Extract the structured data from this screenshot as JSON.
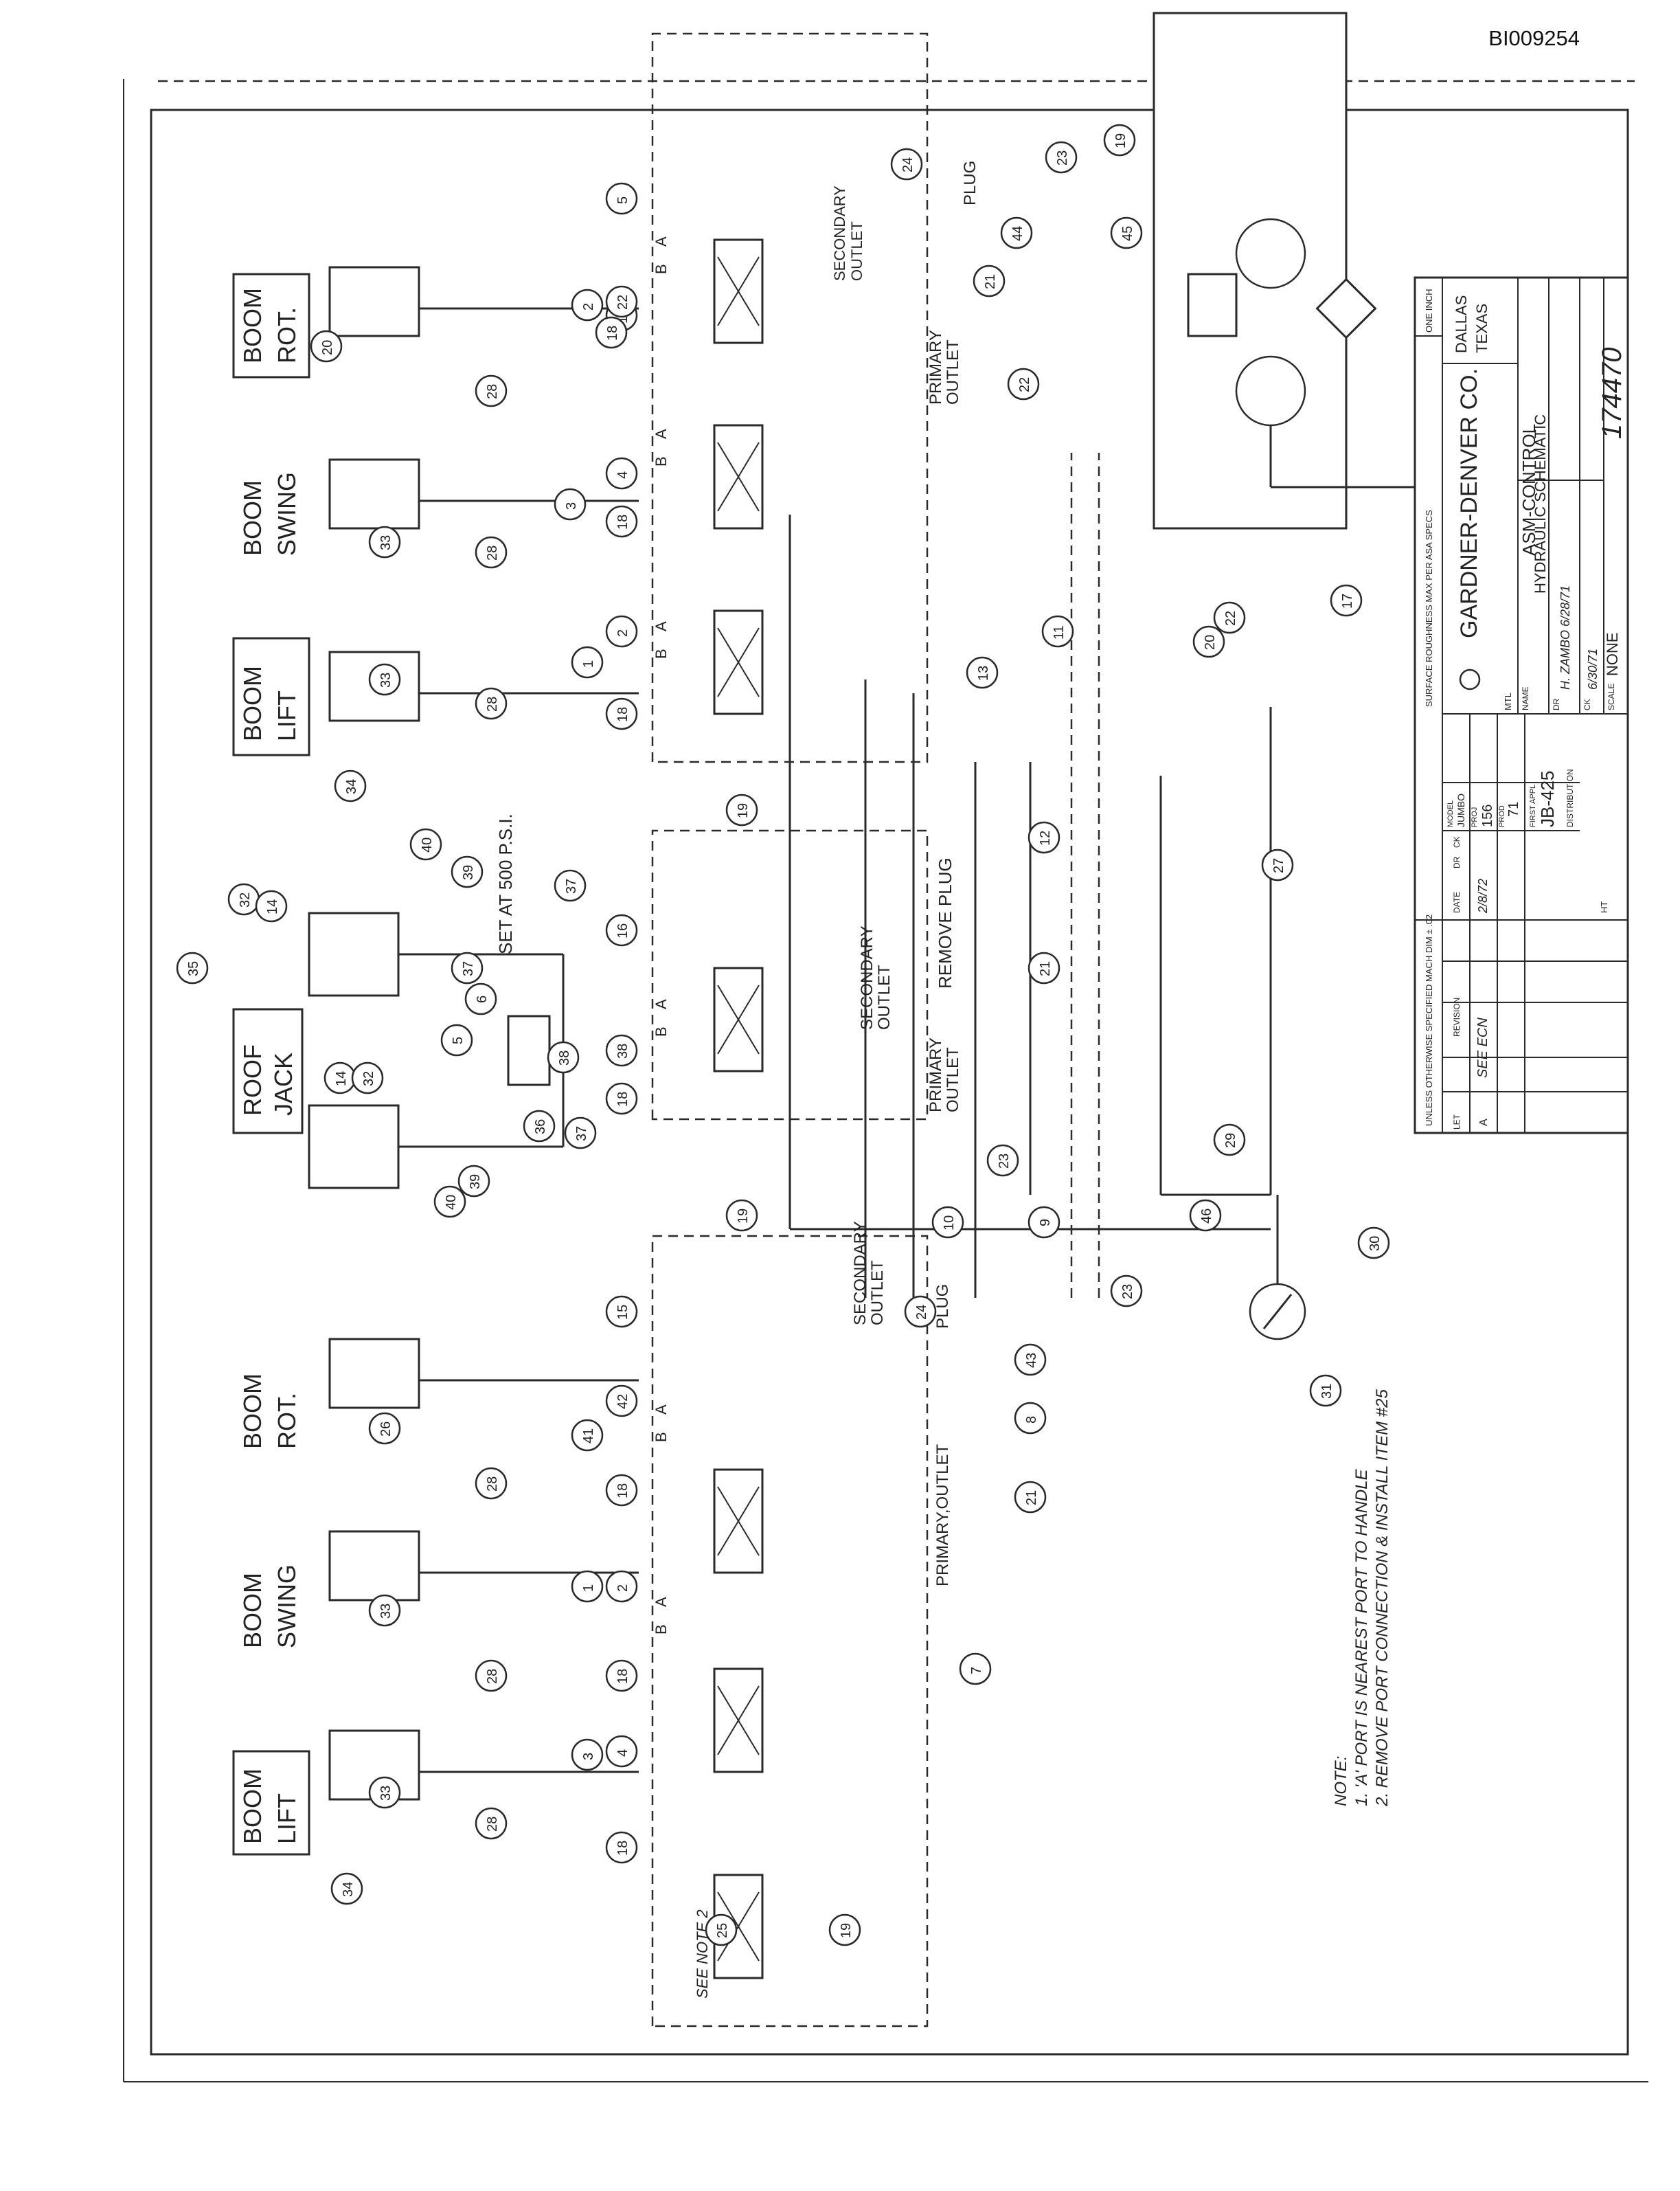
{
  "document": {
    "id": "BI009254",
    "note_heading": "NOTE:",
    "notes": [
      "1. 'A' PORT IS NEAREST PORT TO HANDLE",
      "2. REMOVE PORT CONNECTION & INSTALL ITEM #25"
    ],
    "see_note": "SEE NOTE 2"
  },
  "labels": {
    "boom_lift": [
      "BOOM",
      "LIFT"
    ],
    "boom_swing": [
      "BOOM",
      "SWING"
    ],
    "boom_rot": [
      "BOOM",
      "ROT."
    ],
    "roof_jack": [
      "ROOF",
      "JACK"
    ],
    "set_pressure": "SET AT 500 P.S.I.",
    "secondary_outlet": [
      "SECONDARY",
      "OUTLET"
    ],
    "primary_outlet": [
      "PRIMARY",
      "OUTLET"
    ],
    "plug": "PLUG",
    "remove_plug": "REMOVE PLUG",
    "port_a": "A",
    "port_b": "B"
  },
  "title_block": {
    "company": "GARDNER-DENVER CO.",
    "city": "DALLAS",
    "state": "TEXAS",
    "name_label": "NAME",
    "name_line1": "ASM-CONTROL",
    "name_line2": "HYDRAULIC SCHEMATIC",
    "dr_label": "DR",
    "dr_value": "H. ZAMBO 6/28/71",
    "ck_label": "CK",
    "ck_value": "6/30/71",
    "scale_label": "SCALE",
    "scale_value": "NONE",
    "drawing_number": "174470",
    "model_label": "MODEL",
    "model_value": "JUMBO",
    "proj_label": "PROJ",
    "proj_value": "156",
    "prod_label": "PROD",
    "prod_value": "71",
    "first_appl_label": "FIRST APPL",
    "first_appl_value": "JB-425",
    "distribution_label": "DISTRIBUTION",
    "mtl_label": "MTL",
    "ht_label": "HT",
    "surface_note": "SURFACE ROUGHNESS MAX PER ASA SPECS",
    "tolerance_note": "UNLESS OTHERWISE SPECIFIED MACH DIM ± .02",
    "rev_headers": [
      "LET",
      "REVISION",
      "DATE",
      "DR",
      "CK"
    ],
    "rev_row": [
      "A",
      "SEE ECN",
      "2/8/72",
      "",
      ""
    ],
    "one_inch": "ONE INCH"
  },
  "callouts": {
    "top": [
      "20",
      "28",
      "33",
      "28",
      "33",
      "28",
      "34",
      "18",
      "18",
      "18",
      "19",
      "4",
      "3",
      "2",
      "1",
      "5",
      "22",
      "18",
      "2",
      "13",
      "11",
      "23",
      "24",
      "45",
      "44",
      "19",
      "21",
      "22",
      "20",
      "22",
      "17",
      "27",
      "12"
    ],
    "middle": [
      "35",
      "32",
      "14",
      "14",
      "32",
      "40",
      "39",
      "37",
      "38",
      "37",
      "39",
      "40",
      "36",
      "37",
      "6",
      "5",
      "16",
      "18",
      "38",
      "21",
      "19",
      "23",
      "10",
      "9",
      "23",
      "29",
      "46",
      "30",
      "31"
    ],
    "bottom": [
      "15",
      "26",
      "42",
      "41",
      "18",
      "28",
      "33",
      "2",
      "1",
      "18",
      "28",
      "33",
      "4",
      "3",
      "18",
      "28",
      "34",
      "24",
      "21",
      "43",
      "8",
      "7",
      "19",
      "25"
    ]
  },
  "colors": {
    "ink": "#2a2a2a",
    "paper": "#ffffff"
  }
}
